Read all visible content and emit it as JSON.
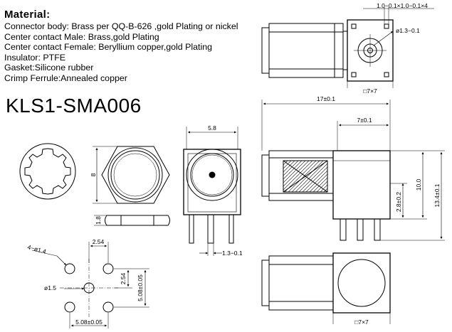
{
  "materials": {
    "title": "Material:",
    "lines": [
      "Connector body: Brass per QQ-B-626 ,gold Plating or nickel",
      "Center contact Male: Brass,gold Plating",
      "Center contact Female: Beryllium copper,gold Plating",
      "Insulator: PTFE",
      "Gasket:Silicone rubber",
      "Crimp Ferrule:Annealed copper"
    ]
  },
  "part_number": "KLS1-SMA006",
  "dimensions": {
    "top_right_chain": "1.0−0.1×1.0−0.1×4",
    "pin_diameter_top": "ø1.3−0.1",
    "square_top": "□7×7",
    "overall_length": "17±0.1",
    "body_length": "7±0.1",
    "height_10": "10.0",
    "height_13_4": "13.4±0.1",
    "height_2_8": "2.8±0.2",
    "front_width": "5.8",
    "hex_across": "8",
    "nut_thickness": "1.8",
    "pin_width": "1.3−0.1",
    "square_bottom": "□7×7",
    "holes_count": "4−ø1.4",
    "center_hole": "ø1.5",
    "pitch_top": "2.54",
    "pitch_side": "2.54",
    "spacing_v": "5.08±0.05",
    "spacing_h": "5.08±0.05"
  }
}
